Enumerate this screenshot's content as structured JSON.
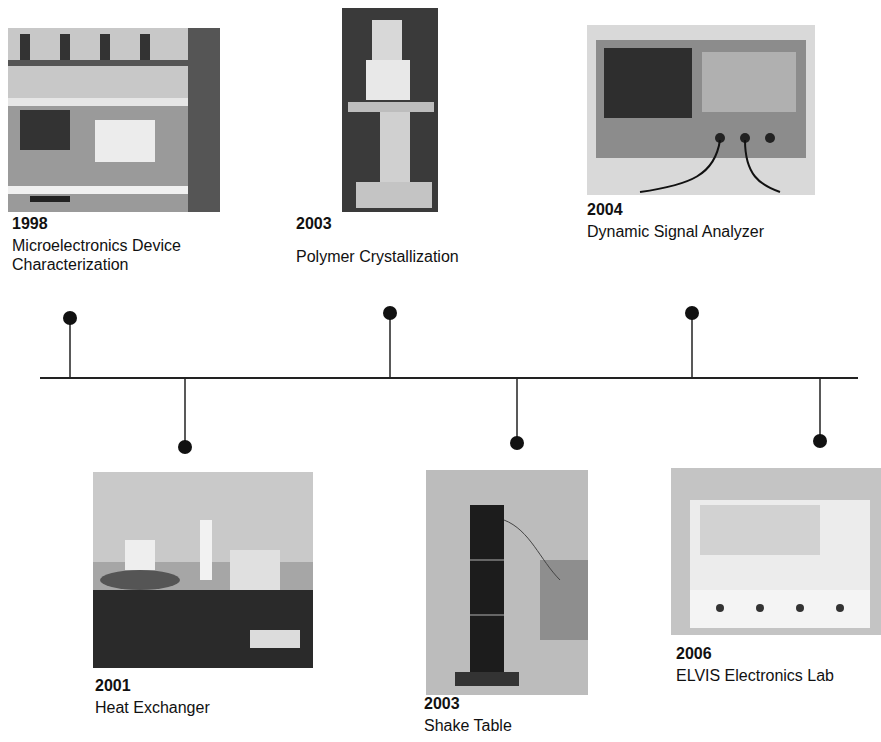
{
  "diagram": {
    "nodes": [
      {
        "text": [
          "1998",
          "Microelectronics Device Characterization"
        ]
      },
      {
        "text": [
          "2001",
          "Heat Exchanger"
        ]
      },
      {
        "text": [
          "2003",
          "Polymer Crystallization"
        ]
      },
      {
        "text": [
          "2003",
          "Shake Table"
        ]
      },
      {
        "text": [
          "2004",
          "Dynamic Signal Analyzer"
        ]
      },
      {
        "text": [
          "2006",
          "ELVIS Electronics Lab"
        ]
      }
    ]
  }
}
